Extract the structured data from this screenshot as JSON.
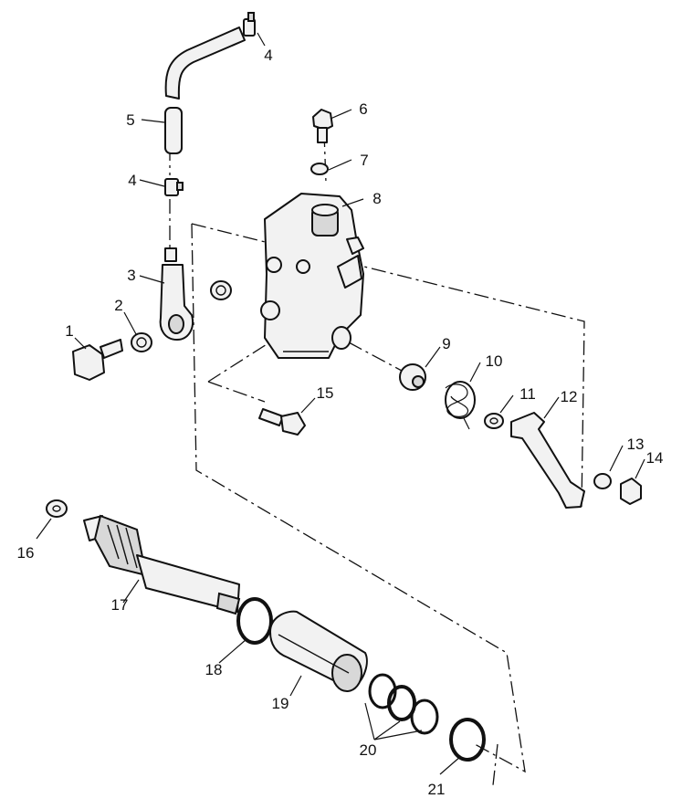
{
  "callouts": [
    "1",
    "2",
    "3",
    "4",
    "4",
    "5",
    "6",
    "7",
    "8",
    "9",
    "10",
    "11",
    "12",
    "13",
    "14",
    "15",
    "16",
    "17",
    "18",
    "19",
    "20",
    "21"
  ]
}
